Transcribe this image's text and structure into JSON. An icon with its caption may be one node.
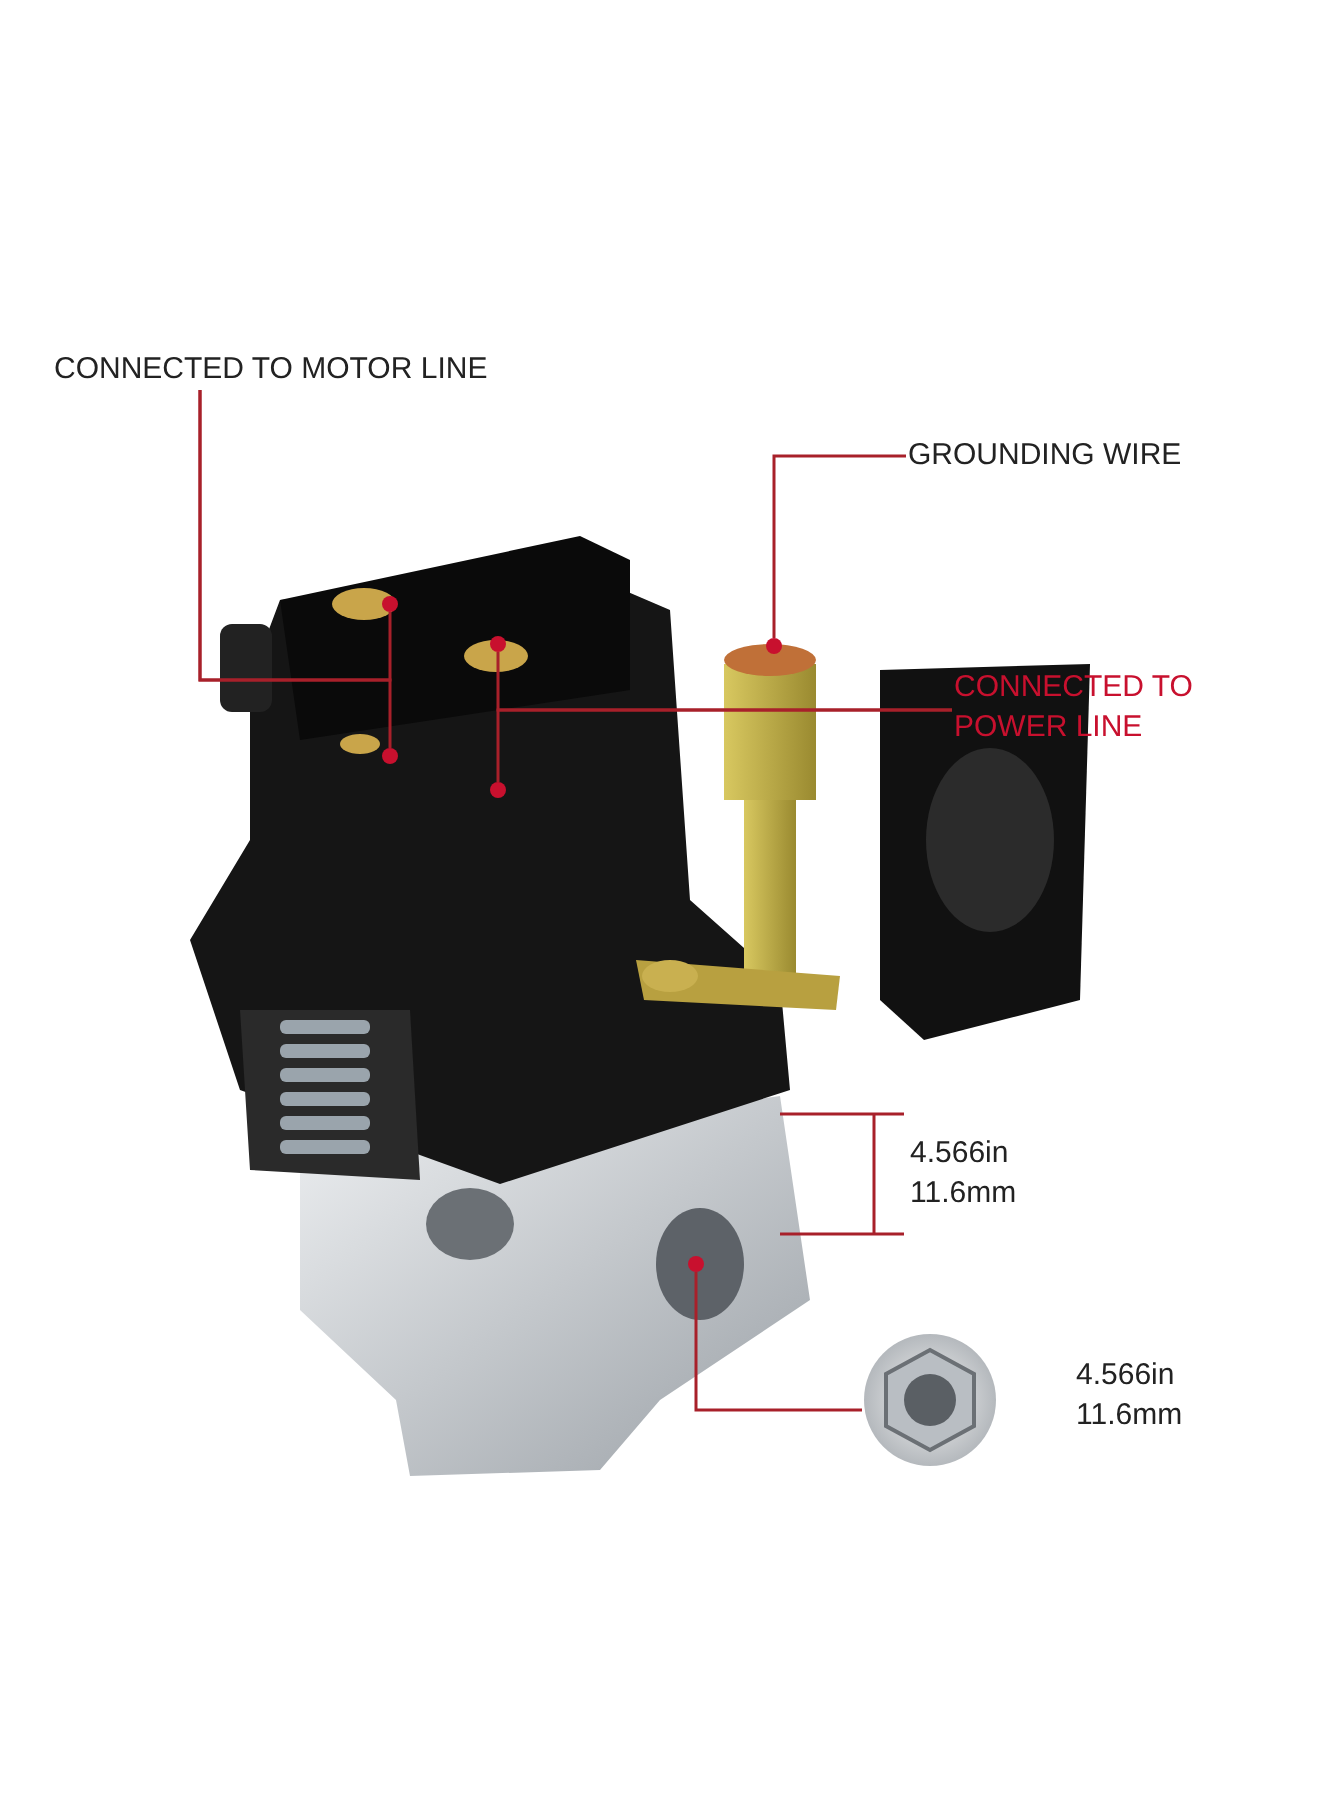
{
  "diagram": {
    "nodes": [
      {
        "text": [
          "CONNECTED TO MOTOR LINE"
        ]
      },
      {
        "text": [],
        "shape": "circle"
      },
      {
        "text": [],
        "shape": "circle"
      },
      {
        "text": [
          "GROUNDING WIRE"
        ]
      },
      {
        "text": [],
        "shape": "circle"
      },
      {
        "text": [
          "CONNECTED TO POWER LINE"
        ]
      },
      {
        "text": [],
        "shape": "circle"
      },
      {
        "text": [],
        "shape": "circle"
      },
      {
        "text": [],
        "shape": "circle"
      },
      {
        "text": [],
        "shape": "picture",
        "beside": [
          "4.566in 11.6mm"
        ]
      }
    ],
    "edges": [
      {
        "from": 0,
        "to": 1,
        "arrow": "none"
      },
      {
        "from": 0,
        "to": 2,
        "arrow": "none"
      },
      {
        "from": 3,
        "to": 4,
        "arrow": "none"
      },
      {
        "from": 5,
        "to": 6,
        "arrow": "none"
      },
      {
        "from": 5,
        "to": 7,
        "arrow": "none"
      },
      {
        "from": 8,
        "to": 9,
        "arrow": "none"
      }
    ],
    "labels": [
      "4.566in 11.6mm"
    ]
  }
}
